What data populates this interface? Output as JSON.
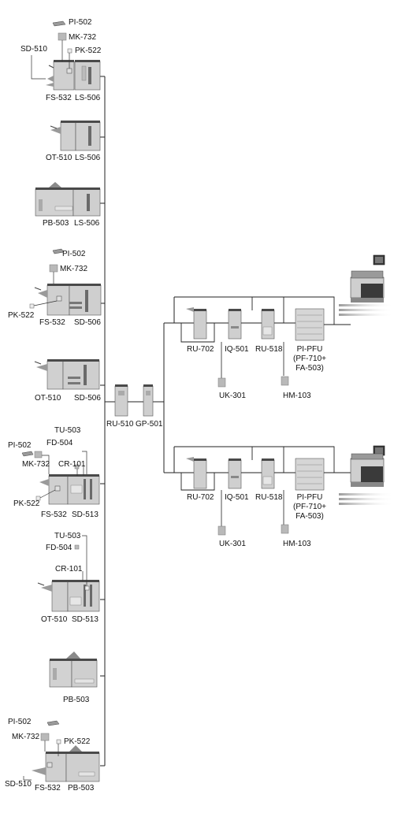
{
  "labels": {
    "g1_pi502": "PI-502",
    "g1_mk732": "MK-732",
    "g1_sd510": "SD-510",
    "g1_pk522": "PK-522",
    "g1_fs532": "FS-532",
    "g1_ls506": "LS-506",
    "g2_ot510": "OT-510",
    "g2_ls506": "LS-506",
    "g3_pb503": "PB-503",
    "g3_ls506": "LS-506",
    "g4_pi502": "PI-502",
    "g4_mk732": "MK-732",
    "g4_pk522": "PK-522",
    "g4_fs532": "FS-532",
    "g4_sd506": "SD-506",
    "g5_ot510": "OT-510",
    "g5_sd506": "SD-506",
    "g6_tu503": "TU-503",
    "g6_fd504": "FD-504",
    "g6_pi502": "PI-502",
    "g6_mk732": "MK-732",
    "g6_cr101": "CR-101",
    "g6_pk522": "PK-522",
    "g6_fs532": "FS-532",
    "g6_sd513": "SD-513",
    "g7_tu503": "TU-503",
    "g7_fd504": "FD-504",
    "g7_cr101": "CR-101",
    "g7_ot510": "OT-510",
    "g7_sd513": "SD-513",
    "g8_pb503": "PB-503",
    "g9_pi502": "PI-502",
    "g9_mk732": "MK-732",
    "g9_pk522": "PK-522",
    "g9_sd510": "SD-510",
    "g9_fs532": "FS-532",
    "g9_pb503": "PB-503",
    "ru510": "RU-510",
    "gp501": "GP-501",
    "t_ru702": "RU-702",
    "t_iq501": "IQ-501",
    "t_ru518": "RU-518",
    "t_pipfu": "PI-PFU",
    "t_pf": "(PF-710+",
    "t_fa": "FA-503)",
    "t_uk301": "UK-301",
    "t_hm103": "HM-103",
    "b_ru702": "RU-702",
    "b_iq501": "IQ-501",
    "b_ru518": "RU-518",
    "b_pipfu": "PI-PFU",
    "b_pf": "(PF-710+",
    "b_fa": "FA-503)",
    "b_uk301": "UK-301",
    "b_hm103": "HM-103"
  },
  "colors": {
    "line": "#222222",
    "unit_light": "#cfcfcf",
    "unit_mid": "#a9a9a9",
    "unit_dark": "#5a5a5a",
    "trim": "#3a3a3a"
  },
  "icons": [
    "finisher-unit-icon",
    "relay-unit-icon",
    "gloss-unit-icon",
    "press-main-body-icon",
    "paper-feed-unit-icon"
  ]
}
